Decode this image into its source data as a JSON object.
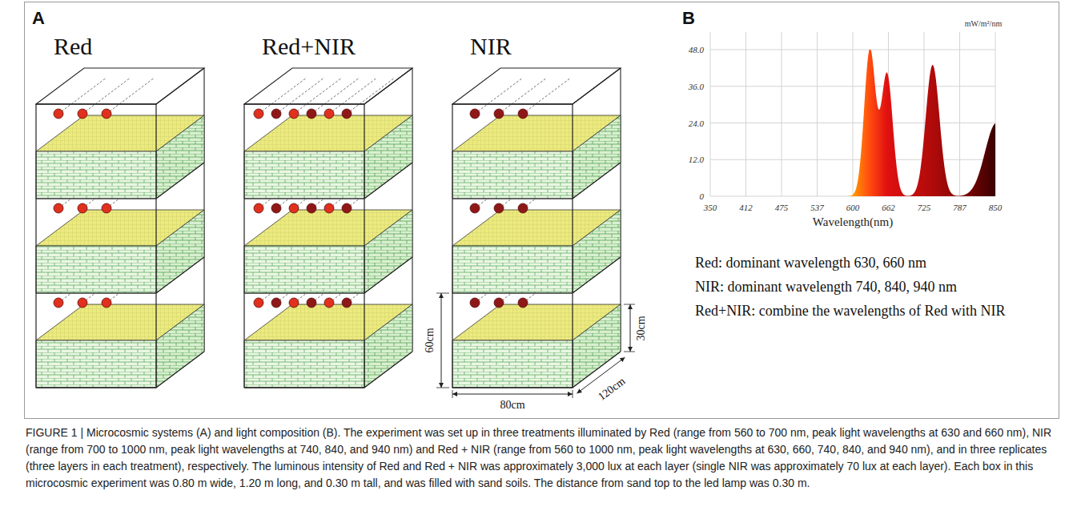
{
  "diagram": {
    "caption": "FIGURE 1 | Microcosmic systems (A) and light composition (B). The experiment was set up in three treatments illuminated by Red (range from 560 to 700 nm, peak light wavelengths at 630 and 660 nm), NIR (range from 700 to 1000 nm, peak light wavelengths at 740, 840, and 940 nm) and Red + NIR (range from 560 to 1000 nm, peak light wavelengths at 630, 660, 740, 840, and 940 nm), and in three replicates (three layers in each treatment), respectively. The luminous intensity of Red and Red + NIR was approximately 3,000 lux at each layer (single NIR was approximately 70 lux at each layer). Each box in this microcosmic experiment was 0.80 m wide, 1.20 m long, and 0.30 m tall, and was filled with sand soils. The distance from sand top to the led lamp was 0.30 m.",
    "nodes": [
      {
        "text": [
          "Red"
        ]
      },
      {
        "text": [
          "Red+NIR"
        ]
      },
      {
        "text": [
          "NIR"
        ]
      }
    ],
    "labels": [
      "A",
      "30cm",
      "60cm",
      "120cm",
      "80cm",
      "B",
      "mW/m²/nm",
      "48.0",
      "36.0",
      "24.0",
      "12.0",
      "0",
      "350",
      "412",
      "475",
      "537",
      "600",
      "662",
      "725",
      "787",
      "850",
      "Wavelength(nm)",
      "Red: dominant wavelength 630, 660 nm",
      "NIR: dominant wavelength 740, 840, 940 nm",
      "Red+NIR: combine the wavelengths of Red with NIR"
    ]
  }
}
